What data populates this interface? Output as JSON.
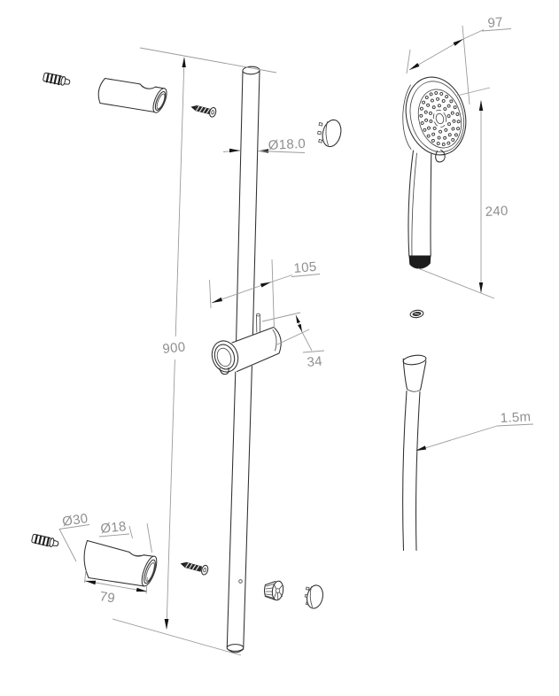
{
  "drawing": {
    "labels": {
      "rail_length": "900",
      "rail_diameter": "Ø18.0",
      "head_width": "97",
      "head_length": "240",
      "holder_offset": "105",
      "holder_diameter": "34",
      "bracket_outer_diameter": "Ø30",
      "bracket_bore_diameter": "Ø18",
      "bracket_length": "79",
      "hose_length": "1.5m"
    },
    "style": {
      "background": "#ffffff",
      "outline_color": "#2e2e2e",
      "dimension_line_color": "#9b9b9b",
      "dimension_text_color": "#8f8f8f",
      "arrow_color": "#141414",
      "rail_cap_fill": "#b3b3b3",
      "handle_end_fill": "#1c1c1c"
    }
  }
}
